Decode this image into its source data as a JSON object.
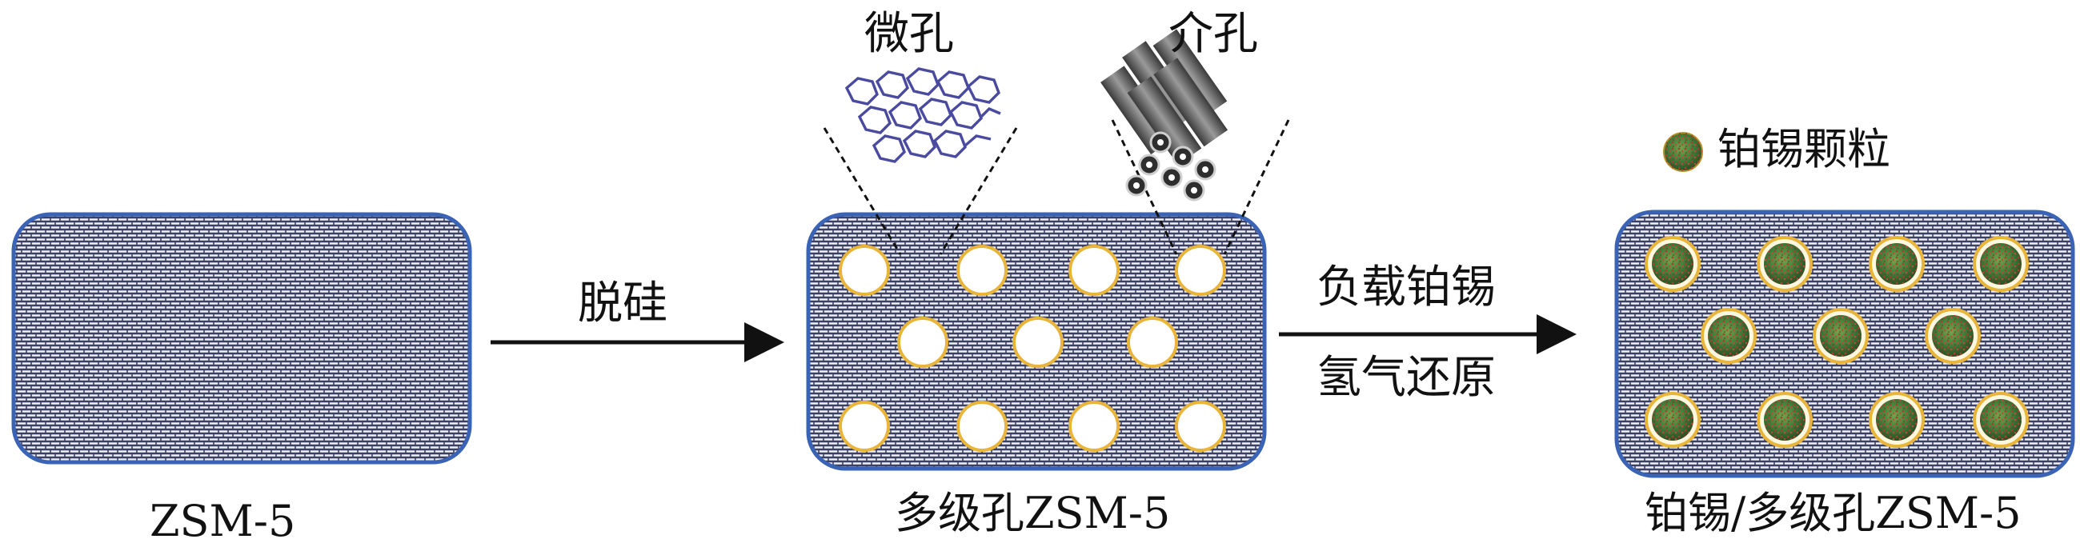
{
  "labels": {
    "zsm5": "ZSM-5",
    "hierarchical": "多级孔ZSM-5",
    "ptsn_hier": "铂锡/多级孔ZSM-5",
    "desilication": "脱硅",
    "load_ptsn": "负载铂锡",
    "h2_reduction": "氢气还原",
    "micropore": "微孔",
    "mesopore": "介孔",
    "particle_legend": "铂锡颗粒"
  },
  "colors": {
    "box_border": "#3a63b5",
    "mesh_dark": "#3b3f63",
    "pore_ring": "#e8b43a",
    "particle_green": "#3f7f3a",
    "particle_red": "#b03a2e",
    "micropore_structure": "#4a4aa0",
    "mesopore_tubes": "#6e6e6e",
    "arrow": "#111111"
  }
}
